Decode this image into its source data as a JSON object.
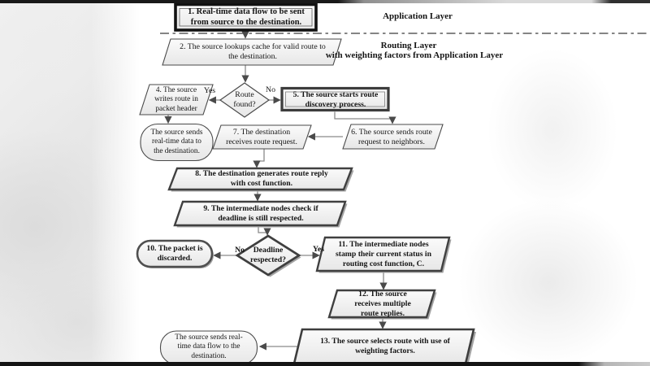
{
  "palette": {
    "shape_fill_top": "#fbfbfb",
    "shape_fill_bottom": "#e7e7e7",
    "thin_border": "#4a4a4a",
    "bold_border": "#3f3f3f",
    "emphasis_border": "#121212",
    "connector": "#8a8a8a",
    "arrowhead": "#4a4a4a",
    "text": "#141414"
  },
  "layers": {
    "application": "Application Layer",
    "routing_title": "Routing Layer",
    "routing_subtitle": "with weighting factors from Application Layer"
  },
  "nodes": {
    "step1": "1. Real-time data flow to be sent\nfrom source to the destination.",
    "step2": "2. The source lookups cache for valid route to\nthe destination.",
    "route_found": "Route\nfound?",
    "step4": "4. The source\nwrites route in\npacket header",
    "step5": "5. The source starts route\ndiscovery process.",
    "send_data_top": "The source sends\nreal-time data to\nthe destination.",
    "step7": "7. The destination\nreceives route request.",
    "step6": "6. The source sends route\nrequest to neighbors.",
    "step8": "8. The destination generates route reply\nwith cost function.",
    "step9": "9. The intermediate nodes check if\ndeadline is still respected.",
    "deadline": "Deadline\nrespected?",
    "step10": "10. The packet is\ndiscarded.",
    "step11": "11. The intermediate nodes\nstamp their current status in\nrouting cost function, C.",
    "step12": "12. The source\nreceives multiple\nroute replies.",
    "step13": "13. The source selects route with use of\nweighting factors.",
    "send_data_bottom": "The source sends real-\ntime data flow to the\ndestination."
  },
  "branch_labels": {
    "route_yes": "Yes",
    "route_no": "No",
    "deadline_no": "No",
    "deadline_yes": "Yes"
  }
}
